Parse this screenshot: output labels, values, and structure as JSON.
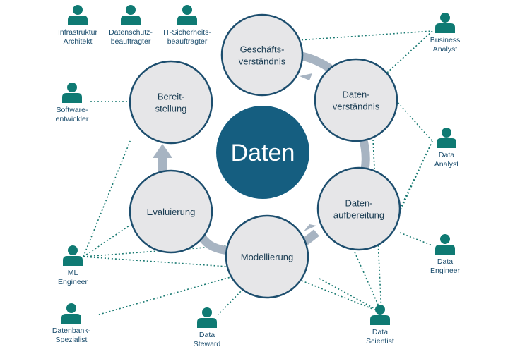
{
  "center": {
    "label": "Daten"
  },
  "phases": [
    {
      "id": "business",
      "lines": [
        "Geschäfts-",
        "verständnis"
      ]
    },
    {
      "id": "data-understanding",
      "lines": [
        "Daten-",
        "verständnis"
      ]
    },
    {
      "id": "data-preparation",
      "lines": [
        "Daten-",
        "aufbereitung"
      ]
    },
    {
      "id": "modeling",
      "lines": [
        "Modellierung"
      ]
    },
    {
      "id": "evaluation",
      "lines": [
        "Evaluierung"
      ]
    },
    {
      "id": "deployment",
      "lines": [
        "Bereit-",
        "stellung"
      ]
    }
  ],
  "roles": [
    {
      "id": "infrastructure-architect",
      "lines": [
        "Infrastruktur",
        "Architekt"
      ]
    },
    {
      "id": "data-protection-officer",
      "lines": [
        "Datenschutz-",
        "beauftragter"
      ]
    },
    {
      "id": "it-security-officer",
      "lines": [
        "IT-Sicherheits-",
        "beauftragter"
      ]
    },
    {
      "id": "software-developer",
      "lines": [
        "Software-",
        "entwickler"
      ]
    },
    {
      "id": "business-analyst",
      "lines": [
        "Business",
        "Analyst"
      ]
    },
    {
      "id": "data-analyst",
      "lines": [
        "Data",
        "Analyst"
      ]
    },
    {
      "id": "data-engineer",
      "lines": [
        "Data",
        "Engineer"
      ]
    },
    {
      "id": "ml-engineer",
      "lines": [
        "ML",
        "Engineer"
      ]
    },
    {
      "id": "database-specialist",
      "lines": [
        "Datenbank-",
        "Spezialist"
      ]
    },
    {
      "id": "data-steward",
      "lines": [
        "Data",
        "Steward"
      ]
    },
    {
      "id": "data-scientist",
      "lines": [
        "Data",
        "Scientist"
      ]
    }
  ],
  "colors": {
    "center_fill": "#155e80",
    "phase_fill": "#e6e6e8",
    "phase_stroke": "#1d4e6e",
    "ring": "#a7b4c2",
    "role": "#0f7a73",
    "role_text": "#1a4c6c",
    "connector": "#1a7a72"
  }
}
